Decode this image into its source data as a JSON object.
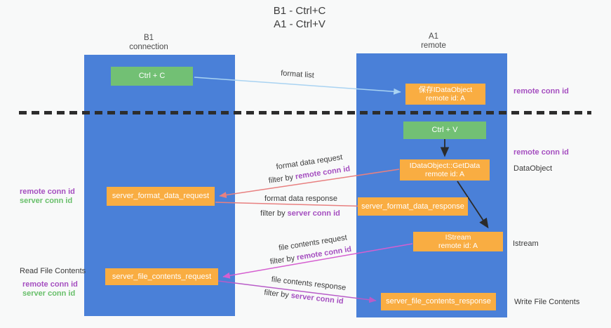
{
  "title": {
    "line1": "B1 - Ctrl+C",
    "line2": "A1 - Ctrl+V"
  },
  "columns": {
    "left": {
      "name": "B1",
      "sub": "connection"
    },
    "right": {
      "name": "A1",
      "sub": "remote"
    }
  },
  "boxes": {
    "ctrl_c": "Ctrl + C",
    "ctrl_v": "Ctrl + V",
    "save_idataobject": {
      "line1": "保存IDataObject",
      "line2": "remote id: A"
    },
    "getdata": {
      "line1": "IDataObject::GetData",
      "line2": "remote id: A"
    },
    "istream": {
      "line1": "IStream",
      "line2": "remote id: A"
    },
    "format_request": "server_format_data_request",
    "format_response": "server_format_data_response",
    "file_request": "server_file_contents_request",
    "file_response": "server_file_contents_response"
  },
  "flow_labels": {
    "format_list": "format list",
    "format_request": {
      "line": "format data request",
      "filter_prefix": "filter by",
      "filter_key": "remote conn id"
    },
    "format_response": {
      "line": "format data response",
      "filter_prefix": "filter by",
      "filter_key": "server conn id"
    },
    "file_request": {
      "line": "file contents request",
      "filter_prefix": "filter by",
      "filter_key": "remote conn id"
    },
    "file_response": {
      "line": "file contents response",
      "filter_prefix": "filter by",
      "filter_key": "server conn id"
    }
  },
  "side_labels": {
    "right_top_conn": "remote conn id",
    "right_mid_conn": "remote conn id",
    "dataobject": "DataObject",
    "istream": "Istream",
    "write_file": "Write File Contents",
    "left_format": {
      "remote": "remote conn id",
      "server": "server conn id"
    },
    "read_file": "Read File Contents",
    "left_file": {
      "remote": "remote conn id",
      "server": "server conn id"
    }
  },
  "colors": {
    "lane_blue": "#4a80d8",
    "box_green": "#72c074",
    "box_orange": "#f9ad42",
    "arrow_light_blue": "#a9d3f2",
    "arrow_salmon": "#e88080",
    "arrow_magenta": "#d55fd0",
    "arrow_purple": "#b85cc8",
    "arrow_black": "#2b2b2b",
    "text_purple": "#a54fc0",
    "text_green": "#68bf6a",
    "background": "#f8f9f9"
  }
}
